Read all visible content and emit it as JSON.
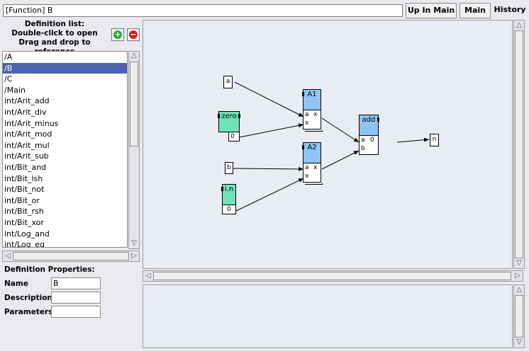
{
  "header": {
    "title_value": "[Function] B",
    "up_in_main_label": "Up In Main",
    "main_label": "Main",
    "history_label": "History"
  },
  "definition_list": {
    "title": "Definition list:",
    "hint1": "Double-click to open",
    "hint2": "Drag and drop to reference",
    "items": [
      "/A",
      "/B",
      "/C",
      "/Main",
      "int/Arit_add",
      "int/Arit_div",
      "int/Arit_minus",
      "int/Arit_mod",
      "int/Arit_mul",
      "int/Arit_sub",
      "int/Bit_and",
      "int/Bit_lsh",
      "int/Bit_not",
      "int/Bit_or",
      "int/Bit_rsh",
      "int/Bit_xor",
      "int/Log_and",
      "int/Log_eq"
    ],
    "selected": "/B"
  },
  "properties": {
    "title": "Definition Properties:",
    "name_label": "Name",
    "name_value": "B",
    "description_label": "Description",
    "description_value": "",
    "parameters_label": "Parameters",
    "parameters_value": ""
  },
  "graph": {
    "nodes": {
      "a_input": "a",
      "zero_title": "zero",
      "zero_out": "0",
      "b_input": "b",
      "in_title": "i.n",
      "in_out": "0",
      "a1_title": "A1",
      "a1_in_a": "a",
      "a1_in_x": "x",
      "a1_out": "x",
      "a2_title": "A2",
      "a2_in_a": "a",
      "a2_in_x": "x",
      "a2_out": "x",
      "add_title": "add",
      "add_in_a": "a",
      "add_in_b": "b",
      "add_out": "0",
      "output": "n"
    }
  }
}
